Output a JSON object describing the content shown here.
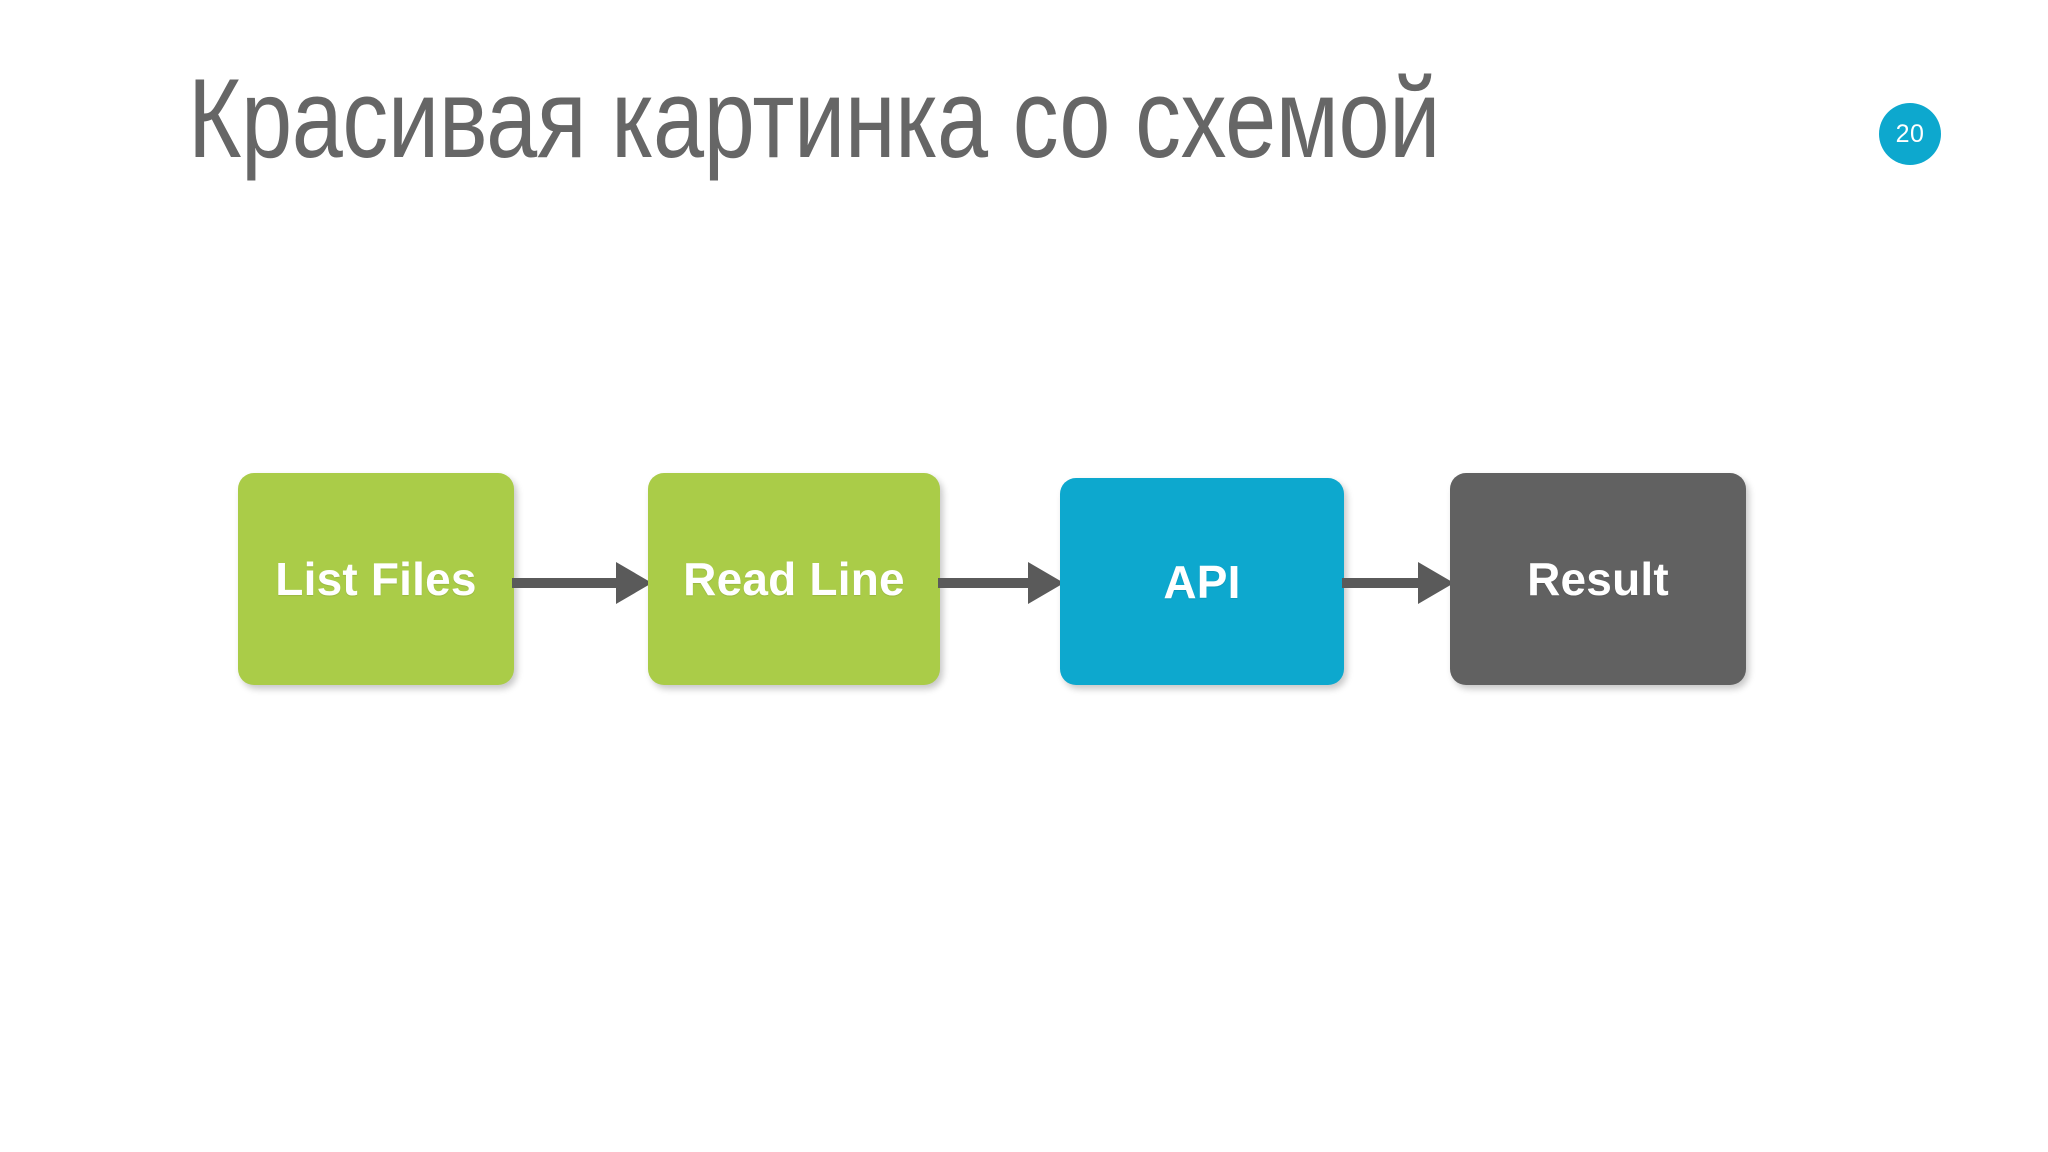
{
  "slide": {
    "title": "Красивая картинка со схемой",
    "page_number": "20",
    "background_color": "#FFFFFF",
    "title_color": "#666666",
    "badge_color": "#0DA8CE",
    "badge_text_color": "#FFFFFF"
  },
  "diagram": {
    "type": "flowchart",
    "direction": "left-to-right",
    "arrow_color": "#5A5A5A",
    "nodes": [
      {
        "id": "list-files",
        "label": "List Files",
        "color": "#AACC48",
        "text_color": "#FFFFFF"
      },
      {
        "id": "read-line",
        "label": "Read Line",
        "color": "#AACC48",
        "text_color": "#FFFFFF"
      },
      {
        "id": "api",
        "label": "API",
        "color": "#0DA8CE",
        "text_color": "#FFFFFF"
      },
      {
        "id": "result",
        "label": "Result",
        "color": "#616161",
        "text_color": "#FFFFFF"
      }
    ],
    "arrows": [
      {
        "id": "arrow-1",
        "from": "list-files",
        "to": "read-line"
      },
      {
        "id": "arrow-2",
        "from": "read-line",
        "to": "api"
      },
      {
        "id": "arrow-3",
        "from": "api",
        "to": "result"
      }
    ]
  }
}
